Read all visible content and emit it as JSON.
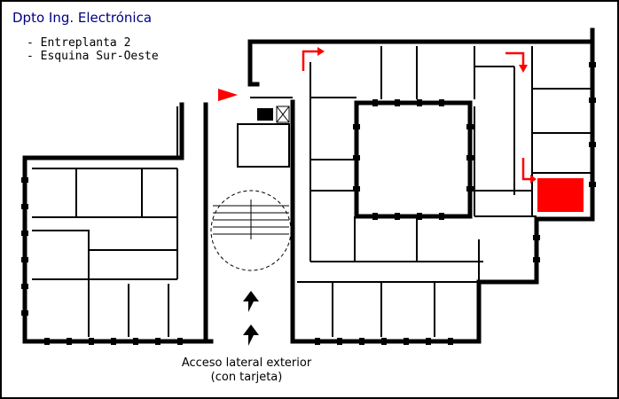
{
  "title": "Dpto Ing. Electrónica",
  "location_notes": [
    "- Entreplanta 2",
    "- Esquina Sur-Oeste"
  ],
  "entrance_caption": [
    "Acceso lateral exterior",
    "(con tarjeta)"
  ],
  "colors": {
    "frame_border": "#000000",
    "title_text": "#000080",
    "walls": "#000000",
    "route_arrows": "#ff0000",
    "destination_room": "#ff0000",
    "background": "#ffffff"
  },
  "icons": [
    "entrance-arrow-icon",
    "route-arrow-icon",
    "up-arrow-icon",
    "staircase-icon",
    "elevator-icon"
  ]
}
